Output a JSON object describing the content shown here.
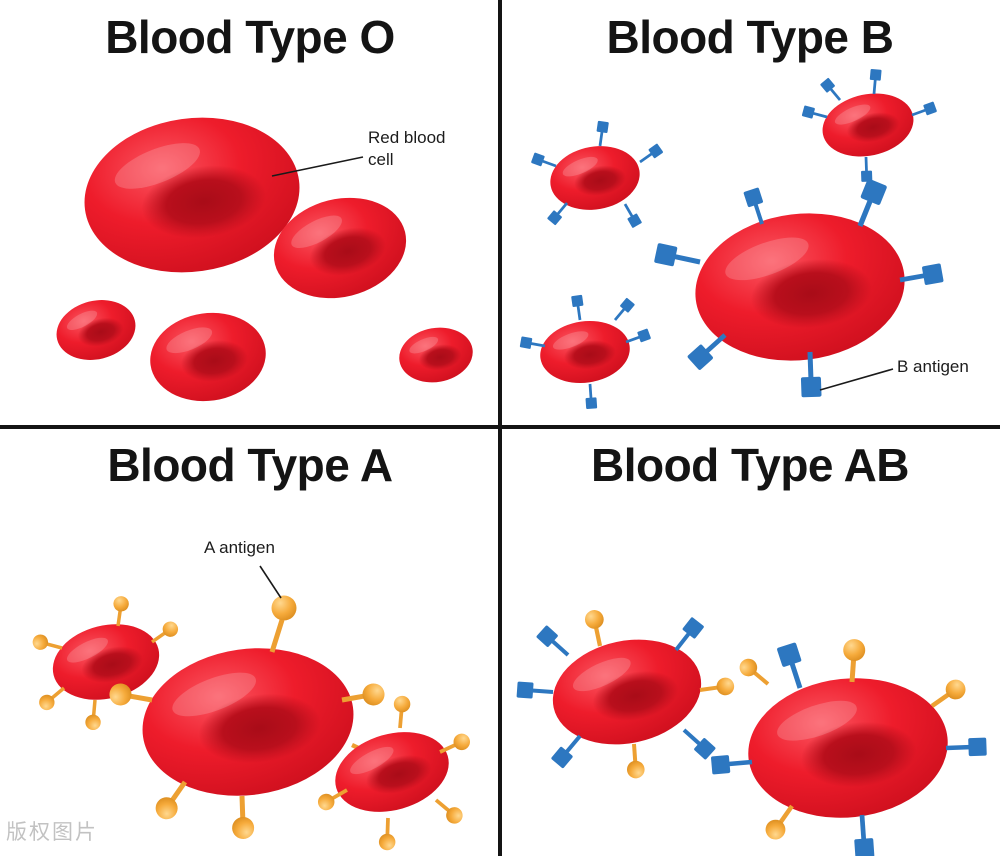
{
  "figure": {
    "panels": [
      {
        "id": "o",
        "title": "Blood Type O",
        "annotation": "Red blood cell"
      },
      {
        "id": "b",
        "title": "Blood Type B",
        "annotation": "B antigen"
      },
      {
        "id": "a",
        "title": "Blood Type A",
        "annotation": "A antigen"
      },
      {
        "id": "ab",
        "title": "Blood Type AB",
        "annotation": ""
      }
    ]
  },
  "watermark": "版权图片",
  "colors": {
    "background": "#ffffff",
    "divider_black": "#141414",
    "cell_red": "#ed1c2b",
    "cell_shadow_red": "#b00d1a",
    "b_antigen_blue": "#2d77c0",
    "a_antigen_orange": "#eda032",
    "annotation_line": "#1a1a1a"
  }
}
